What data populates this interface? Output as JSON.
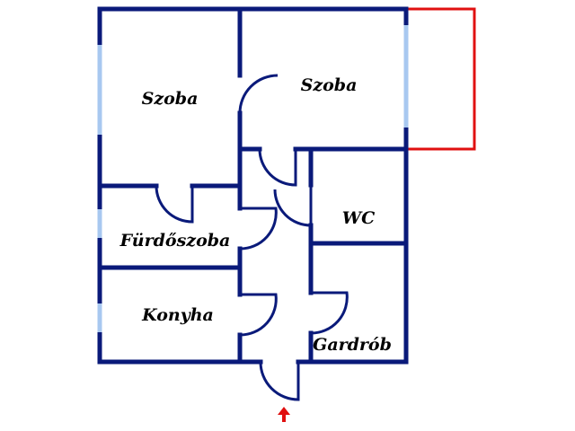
{
  "rooms": {
    "szoba_left": "Szoba",
    "szoba_right": "Szoba",
    "wc": "WC",
    "furdoszoba": "Fürdőszoba",
    "konyha": "Konyha",
    "gardrob": "Gardrób"
  },
  "colors": {
    "wall": "#0a1a7a",
    "window": "#a8c8f0",
    "balcony": "#e01010",
    "entrance_arrow": "#e01010",
    "background": "#ffffff"
  },
  "icons": {
    "entrance": "entrance-arrow-icon"
  }
}
